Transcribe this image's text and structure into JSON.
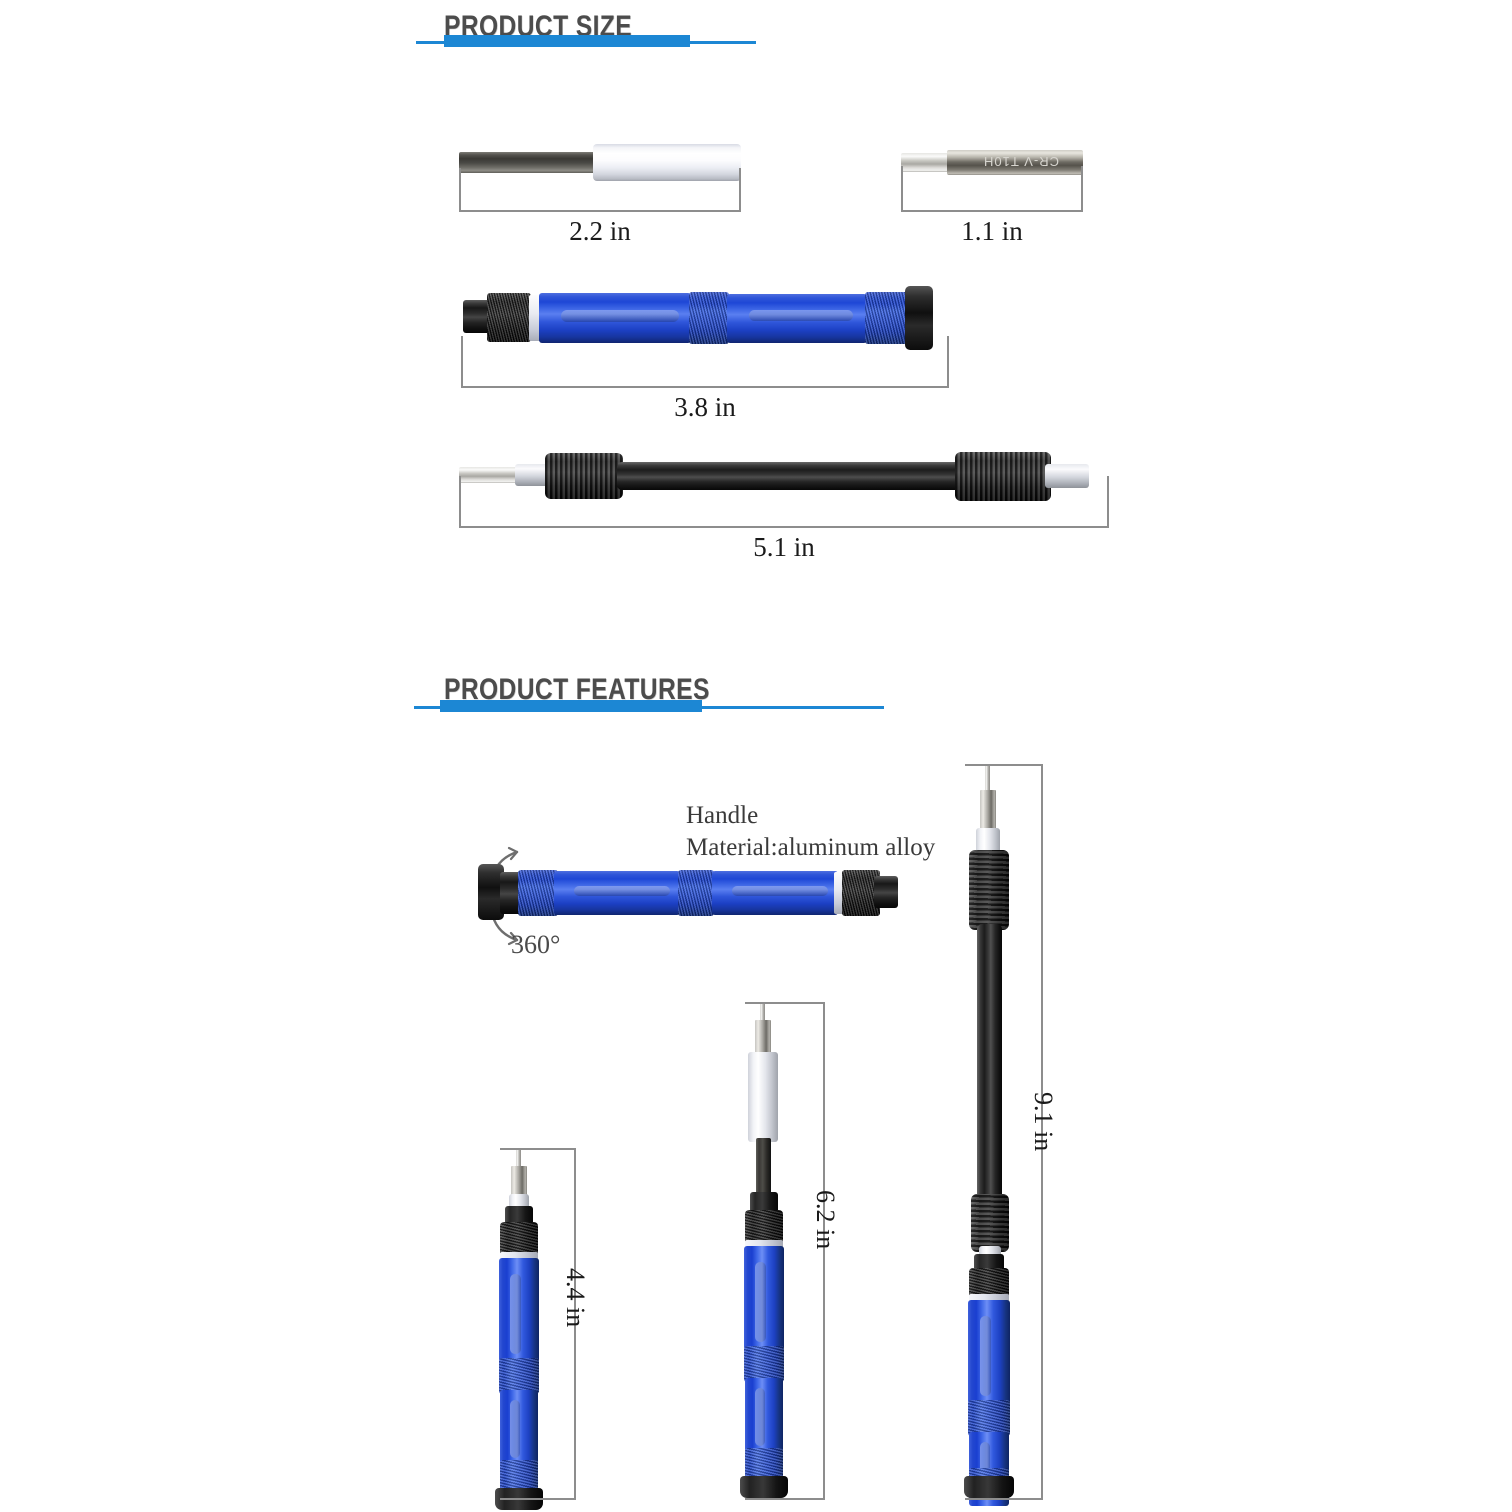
{
  "sections": [
    {
      "id": "size",
      "title": "PRODUCT SIZE"
    },
    {
      "id": "features",
      "title": "PRODUCT FEATURES"
    }
  ],
  "size_section": {
    "title": "PRODUCT SIZE",
    "items": [
      {
        "name": "extension-bar",
        "dimension": "2.2 in"
      },
      {
        "name": "screwdriver-bit",
        "dimension": "1.1 in",
        "bit_marking": "CR-V T10H"
      },
      {
        "name": "aluminum-handle",
        "dimension": "3.8 in"
      },
      {
        "name": "flexible-shaft",
        "dimension": "5.1 in"
      }
    ]
  },
  "features_section": {
    "title": "PRODUCT FEATURES",
    "handle_callout": {
      "line1": "Handle",
      "line2": "Material:aluminum alloy"
    },
    "rotation_label": "360°",
    "assemblies": [
      {
        "name": "handle-with-bit",
        "dimension": "4.4 in"
      },
      {
        "name": "handle-with-extension-bar",
        "dimension": "6.2 in"
      },
      {
        "name": "handle-with-flexible-shaft",
        "dimension": "9.1 in"
      }
    ]
  },
  "colors": {
    "accent_blue": "#1c87d4",
    "title_gray": "#4c4c4c",
    "dimension_gray": "#8d8d8d",
    "product_blue": "#2347cf",
    "product_black": "#1a1a1a",
    "product_silver": "#d3d6dd"
  }
}
